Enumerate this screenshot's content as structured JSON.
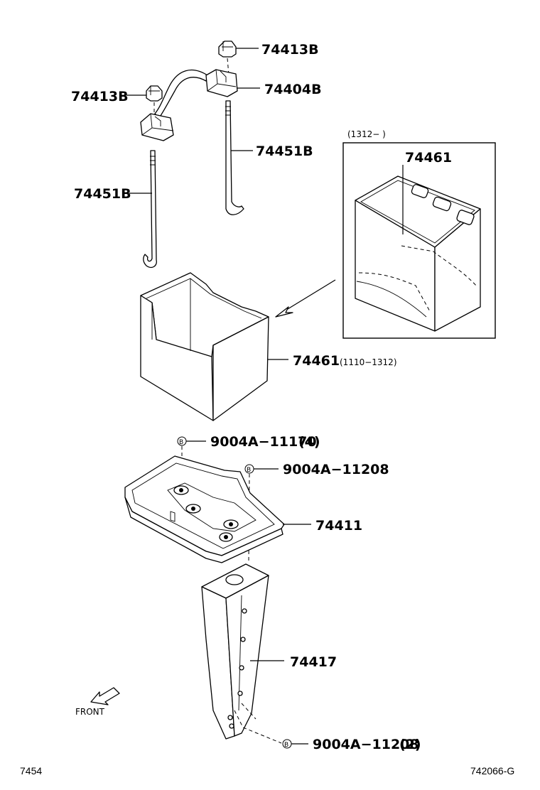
{
  "labels": {
    "nut_top": "74413B",
    "holder_right": "74404B",
    "nut_left": "74413B",
    "rod_right": "74451B",
    "rod_left": "74451B",
    "insulator_box": "74461",
    "insulator_main": "74461",
    "insulator_main_range": "(1110−1312)",
    "bolt_tray_top": "9004A−11170",
    "bolt_tray_top_qty": "(4)",
    "bolt_tray_right": "9004A−11208",
    "tray": "74411",
    "bracket": "74417",
    "bolt_bracket": "9004A−11208",
    "bolt_bracket_qty": "(2)"
  },
  "inset": {
    "range": "(1312−      )"
  },
  "markers": {
    "bolt_symbol": "B"
  },
  "front_label": "FRONT",
  "footer": {
    "left_code": "7454",
    "right_code": "742066-G"
  }
}
